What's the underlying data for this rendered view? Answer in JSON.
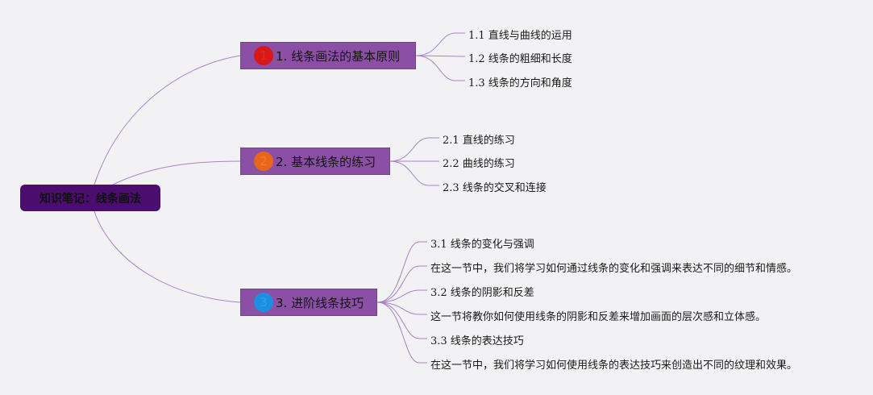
{
  "root": {
    "label": "知识笔记：线条画法"
  },
  "branches": [
    {
      "label": "1. 线条画法的基本原则",
      "badge": "1",
      "badge_color": "#d81818",
      "children": [
        "1.1 直线与曲线的运用",
        "1.2 线条的粗细和长度",
        "1.3 线条的方向和角度"
      ]
    },
    {
      "label": "2. 基本线条的练习",
      "badge": "2",
      "badge_color": "#e8661a",
      "children": [
        "2.1 直线的练习",
        "2.2 曲线的练习",
        "2.3 线条的交叉和连接"
      ]
    },
    {
      "label": "3. 进阶线条技巧",
      "badge": "3",
      "badge_color": "#1c90e0",
      "children": [
        "3.1 线条的变化与强调",
        "在这一节中，我们将学习如何通过线条的变化和强调来表达不同的细节和情感。",
        "3.2 线条的阴影和反差",
        "这一节将教你如何使用线条的阴影和反差来增加画面的层次感和立体感。",
        "3.3 线条的表达技巧",
        "在这一节中，我们将学习如何使用线条的表达技巧来创造出不同的纹理和效果。"
      ]
    }
  ],
  "colors": {
    "background": "#f2f1f3",
    "root": "#4b0d6e",
    "branch": "#8b50a6",
    "connector": "#a884c4"
  }
}
